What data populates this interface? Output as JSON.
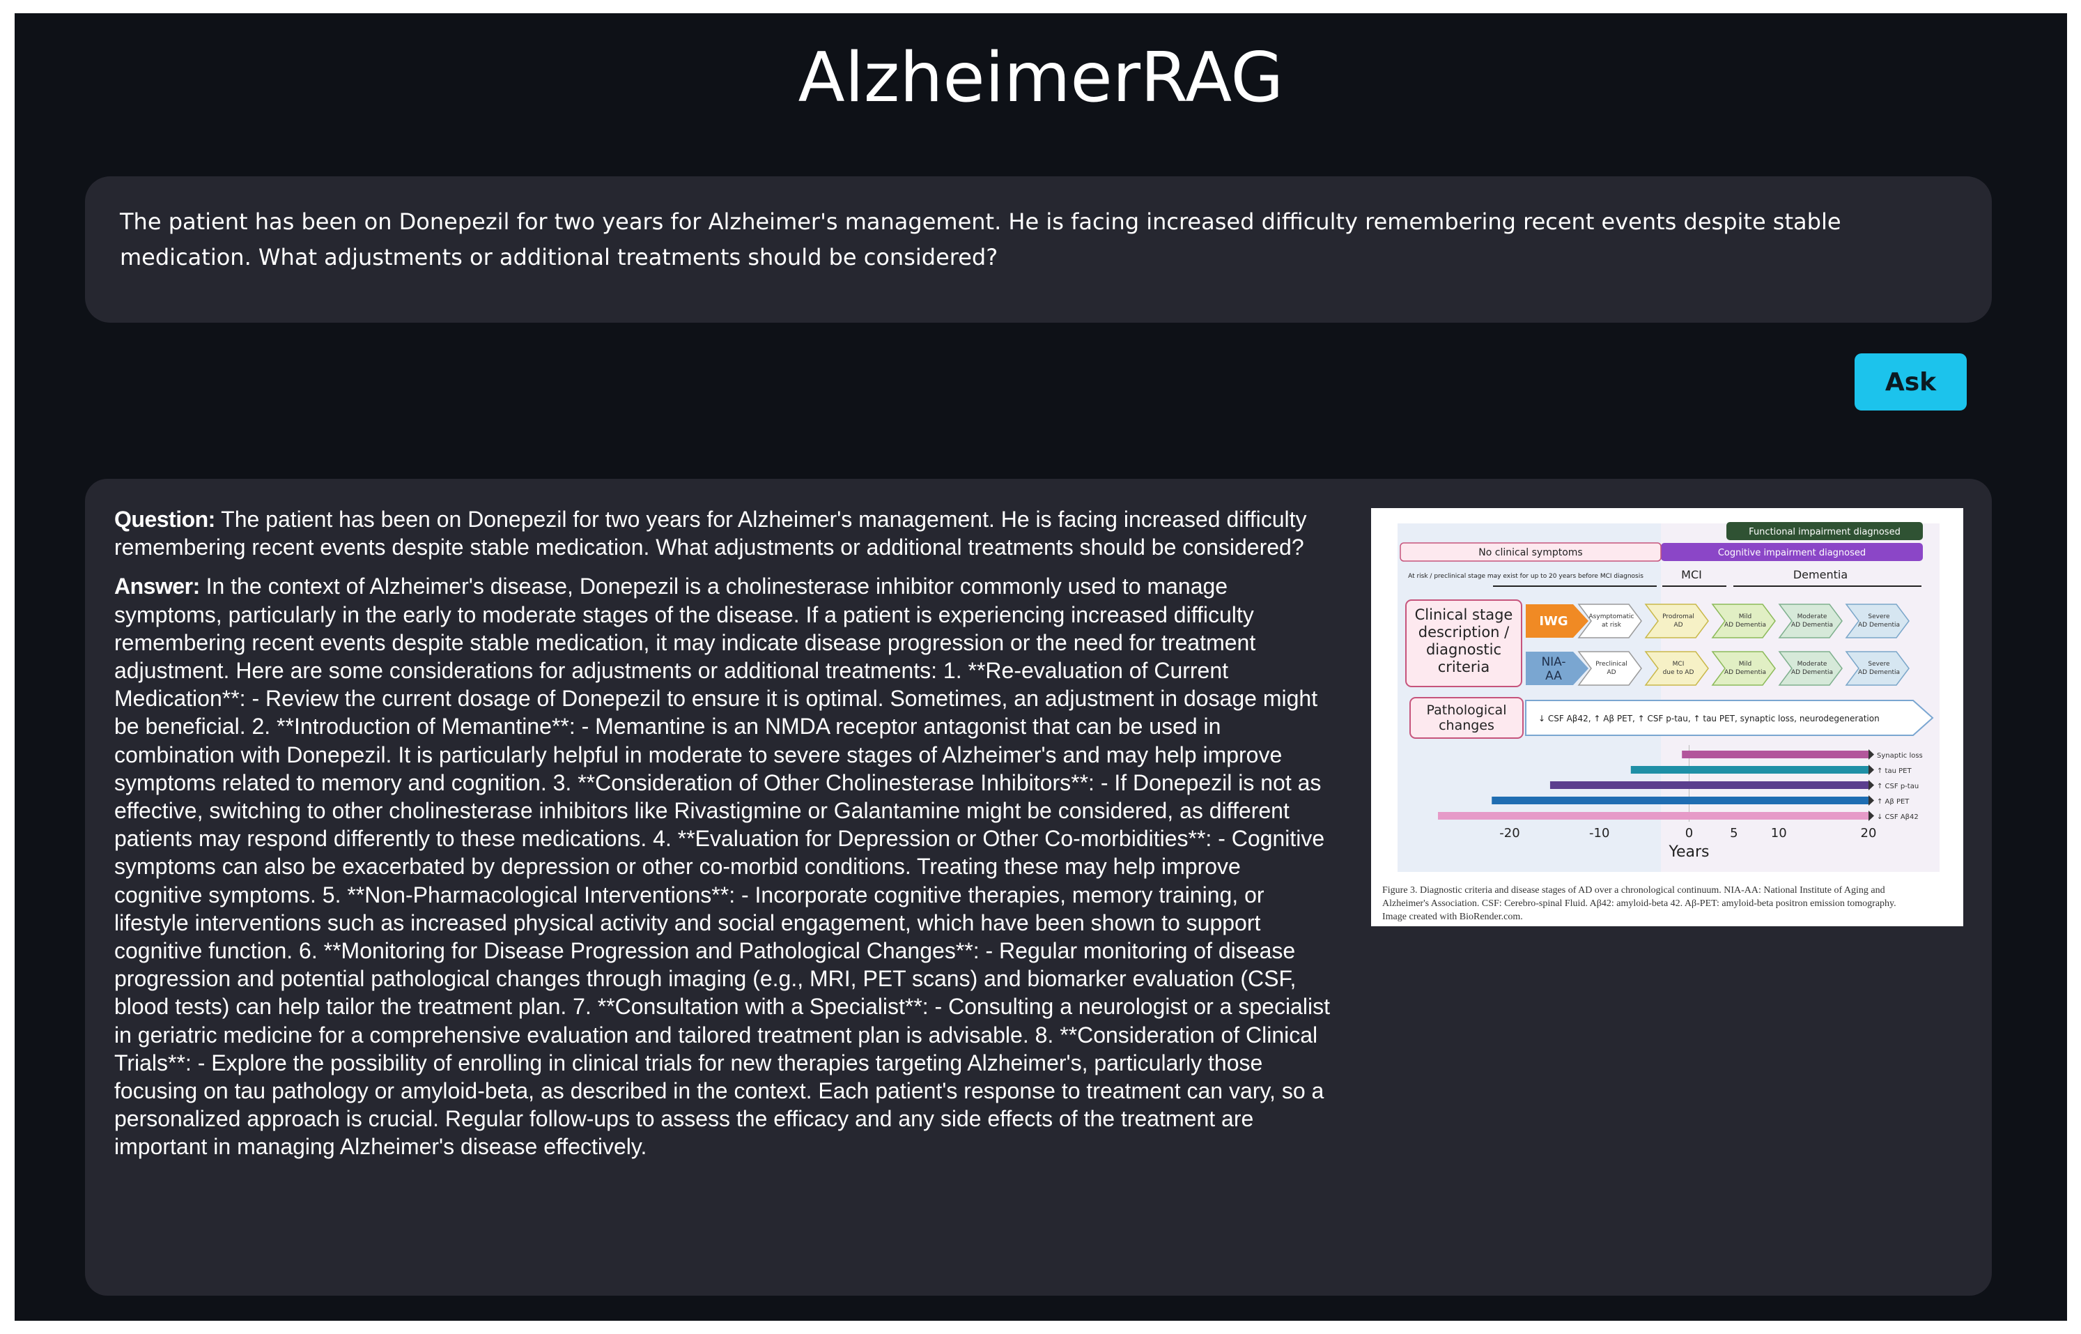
{
  "app": {
    "title": "AlzheimerRAG"
  },
  "query": {
    "text": "The patient has been on Donepezil for two years for Alzheimer's management. He is facing increased difficulty remembering recent events despite stable medication. What adjustments or additional treatments should be considered?"
  },
  "actions": {
    "ask_label": "Ask"
  },
  "result": {
    "question_label": "Question:",
    "question_text": "The patient has been on Donepezil for two years for Alzheimer's management. He is facing increased difficulty remembering recent events despite stable medication. What adjustments or additional treatments should be considered?",
    "answer_label": "Answer:",
    "answer_text": "In the context of Alzheimer's disease, Donepezil is a cholinesterase inhibitor commonly used to manage symptoms, particularly in the early to moderate stages of the disease. If a patient is experiencing increased difficulty remembering recent events despite stable medication, it may indicate disease progression or the need for treatment adjustment. Here are some considerations for adjustments or additional treatments: 1. **Re-evaluation of Current Medication**: - Review the current dosage of Donepezil to ensure it is optimal. Sometimes, an adjustment in dosage might be beneficial. 2. **Introduction of Memantine**: - Memantine is an NMDA receptor antagonist that can be used in combination with Donepezil. It is particularly helpful in moderate to severe stages of Alzheimer's and may help improve symptoms related to memory and cognition. 3. **Consideration of Other Cholinesterase Inhibitors**: - If Donepezil is not as effective, switching to other cholinesterase inhibitors like Rivastigmine or Galantamine might be considered, as different patients may respond differently to these medications. 4. **Evaluation for Depression or Other Co-morbidities**: - Cognitive symptoms can also be exacerbated by depression or other co-morbid conditions. Treating these may help improve cognitive symptoms. 5. **Non-Pharmacological Interventions**: - Incorporate cognitive therapies, memory training, or lifestyle interventions such as increased physical activity and social engagement, which have been shown to support cognitive function. 6. **Monitoring for Disease Progression and Pathological Changes**: - Regular monitoring of disease progression and potential pathological changes through imaging (e.g., MRI, PET scans) and biomarker evaluation (CSF, blood tests) can help tailor the treatment plan. 7. **Consultation with a Specialist**: - Consulting a neurologist or a specialist in geriatric medicine for a comprehensive evaluation and tailored treatment plan is advisable. 8. **Consideration of Clinical Trials**: - Explore the possibility of enrolling in clinical trials for new therapies targeting Alzheimer's, particularly those focusing on tau pathology or amyloid-beta, as described in the context. Each patient's response to treatment can vary, so a personalized approach is crucial. Regular follow-ups to assess the efficacy and any side effects of the treatment are important in managing Alzheimer's disease effectively."
  },
  "figure": {
    "functional_banner": "Functional impairment diagnosed",
    "cognitive_banner": "Cognitive impairment diagnosed",
    "no_symptoms_label": "No clinical symptoms",
    "at_risk_note": "At risk / preclinical stage may exist for up to 20 years before MCI diagnosis",
    "mci_label": "MCI",
    "dementia_label": "Dementia",
    "clinical_stage_label": [
      "Clinical stage",
      "description /",
      "diagnostic",
      "criteria"
    ],
    "iwg_label": "IWG",
    "nia_label": [
      "NIA-",
      "AA"
    ],
    "iwg_stages": [
      [
        "Asymptomatic",
        "at risk"
      ],
      [
        "Prodromal",
        "AD"
      ],
      [
        "Mild",
        "AD Dementia"
      ],
      [
        "Moderate",
        "AD Dementia"
      ],
      [
        "Severe",
        "AD Dementia"
      ]
    ],
    "nia_stages": [
      [
        "Preclinical",
        "AD"
      ],
      [
        "MCI",
        "due to AD"
      ],
      [
        "Mild",
        "AD Dementia"
      ],
      [
        "Moderate",
        "AD Dementia"
      ],
      [
        "Severe",
        "AD Dementia"
      ]
    ],
    "pathological_label": [
      "Pathological",
      "changes"
    ],
    "pathological_text": "↓ CSF Aβ42, ↑ Aβ PET, ↑ CSF p-tau, ↑ tau PET, synaptic loss, neurodegeneration",
    "x_axis_label": "Years",
    "x_ticks": [
      -20,
      -10,
      0,
      5,
      10,
      20
    ],
    "biomarker_bars": [
      {
        "name": "Synaptic loss",
        "start": -0.8,
        "end": 20,
        "color": "#b2569b"
      },
      {
        "name": "↑ tau PET",
        "start": -6.5,
        "end": 20,
        "color": "#1f8fa6"
      },
      {
        "name": "↑ CSF p-tau",
        "start": -15.5,
        "end": 20,
        "color": "#5b3f8e"
      },
      {
        "name": "↑ Aβ PET",
        "start": -22,
        "end": 20,
        "color": "#1f6db2"
      },
      {
        "name": "↓ CSF Aβ42",
        "start": -28,
        "end": 20,
        "color": "#e69ac8"
      }
    ],
    "caption_lines": [
      "Figure 3.  Diagnostic criteria and disease stages of AD over a chronological continuum. NIA-AA: National Institute of Aging and",
      "Alzheimer's Association. CSF: Cerebro-spinal Fluid. Aβ42: amyloid-beta 42. Aβ-PET: amyloid-beta positron emission tomography.",
      "Image created with BioRender.com."
    ]
  },
  "colors": {
    "background": "#0e1117",
    "panel": "#262730",
    "accent": "#1cc3ec",
    "text": "#ffffff"
  }
}
